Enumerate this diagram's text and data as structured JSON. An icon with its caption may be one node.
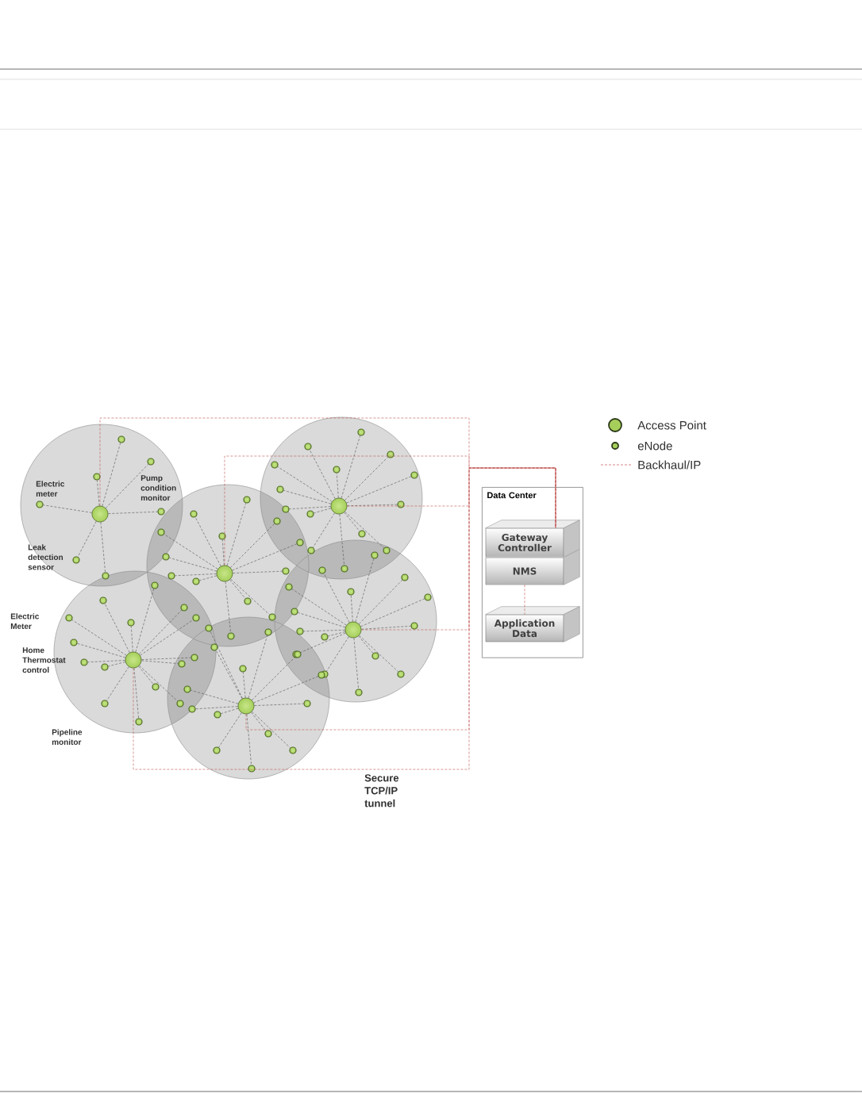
{
  "diagram": {
    "nodes": [
      {
        "text": [],
        "shape": "circle"
      },
      {
        "text": [],
        "shape": "circle"
      },
      {
        "text": [],
        "shape": "circle"
      },
      {
        "text": [],
        "shape": "circle"
      },
      {
        "text": [],
        "shape": "circle"
      },
      {
        "text": [],
        "shape": "circle"
      },
      {
        "text": [],
        "shape": "circle"
      },
      {
        "text": [],
        "shape": "circle"
      },
      {
        "text": [],
        "shape": "circle"
      },
      {
        "text": [],
        "shape": "circle"
      },
      {
        "text": [],
        "shape": "circle"
      },
      {
        "text": [],
        "shape": "circle"
      },
      {
        "text": [],
        "shape": "circle"
      },
      {
        "text": [],
        "shape": "circle"
      },
      {
        "text": [],
        "shape": "circle"
      },
      {
        "text": [],
        "shape": "circle"
      },
      {
        "text": [],
        "shape": "circle"
      },
      {
        "text": [],
        "shape": "circle"
      },
      {
        "text": [],
        "shape": "circle"
      },
      {
        "text": [],
        "shape": "circle"
      },
      {
        "text": [],
        "shape": "circle"
      },
      {
        "text": [],
        "shape": "circle"
      },
      {
        "text": [],
        "shape": "circle"
      },
      {
        "text": [],
        "shape": "circle"
      },
      {
        "text": [],
        "shape": "circle"
      },
      {
        "text": [],
        "shape": "circle"
      },
      {
        "text": [],
        "shape": "circle"
      },
      {
        "text": [],
        "shape": "circle"
      },
      {
        "text": [],
        "shape": "circle"
      },
      {
        "text": [],
        "shape": "circle"
      },
      {
        "text": [],
        "shape": "circle"
      },
      {
        "text": [],
        "shape": "circle"
      },
      {
        "text": [],
        "shape": "circle"
      },
      {
        "text": [],
        "shape": "circle"
      },
      {
        "text": [],
        "shape": "circle"
      },
      {
        "text": [],
        "shape": "circle"
      },
      {
        "text": [],
        "shape": "circle"
      },
      {
        "text": [],
        "shape": "circle"
      },
      {
        "text": [],
        "shape": "circle"
      },
      {
        "text": [],
        "shape": "circle"
      },
      {
        "text": [],
        "shape": "circle"
      },
      {
        "text": [],
        "shape": "circle"
      },
      {
        "text": [],
        "shape": "circle"
      },
      {
        "text": [],
        "shape": "circle"
      },
      {
        "text": [],
        "shape": "circle"
      },
      {
        "text": [],
        "shape": "circle"
      },
      {
        "text": [],
        "shape": "circle"
      },
      {
        "text": [],
        "shape": "circle"
      },
      {
        "text": [],
        "shape": "circle"
      },
      {
        "text": [],
        "shape": "circle"
      },
      {
        "text": [],
        "shape": "circle"
      },
      {
        "text": [],
        "shape": "circle"
      },
      {
        "text": [],
        "shape": "circle"
      },
      {
        "text": [],
        "shape": "circle"
      },
      {
        "text": [],
        "shape": "circle"
      },
      {
        "text": [],
        "shape": "circle"
      },
      {
        "text": [],
        "shape": "circle"
      },
      {
        "text": [],
        "shape": "circle"
      },
      {
        "text": [],
        "shape": "circle"
      },
      {
        "text": [],
        "shape": "circle"
      },
      {
        "text": [],
        "shape": "circle"
      },
      {
        "text": [],
        "shape": "circle"
      },
      {
        "text": [],
        "shape": "circle"
      },
      {
        "text": [],
        "shape": "circle"
      },
      {
        "text": [],
        "shape": "circle"
      },
      {
        "text": [],
        "shape": "circle"
      },
      {
        "text": [],
        "shape": "circle"
      },
      {
        "text": [],
        "shape": "circle"
      },
      {
        "text": [],
        "shape": "circle"
      },
      {
        "text": [],
        "shape": "circle"
      },
      {
        "text": [],
        "shape": "circle"
      },
      {
        "text": [],
        "shape": "circle"
      },
      {
        "text": [],
        "shape": "circle"
      },
      {
        "text": [],
        "shape": "circle"
      },
      {
        "text": [],
        "shape": "circle"
      },
      {
        "text": [],
        "shape": "circle"
      },
      {
        "text": [],
        "shape": "circle"
      },
      {
        "text": [],
        "shape": "circle"
      },
      {
        "text": [],
        "shape": "circle"
      },
      {
        "text": [],
        "shape": "circle"
      },
      {
        "text": [],
        "shape": "circle"
      },
      {
        "text": [],
        "shape": "circle"
      },
      {
        "text": [],
        "shape": "circle"
      },
      {
        "text": [],
        "shape": "circle"
      },
      {
        "text": [
          "Data Center"
        ]
      },
      {
        "text": [
          "Gateway Controller"
        ],
        "in": 84
      },
      {
        "text": [
          "NMS"
        ],
        "in": 84
      },
      {
        "text": [
          "Application Data"
        ],
        "in": 84
      }
    ],
    "edges": [
      {
        "from": 0,
        "to": 6,
        "arrow": "none",
        "style": "dashed"
      },
      {
        "from": 0,
        "to": 7,
        "arrow": "none",
        "style": "dashed"
      },
      {
        "from": 0,
        "to": 8,
        "arrow": "none",
        "style": "dashed"
      },
      {
        "from": 0,
        "to": 9,
        "arrow": "none",
        "style": "dashed"
      },
      {
        "from": 0,
        "to": 10,
        "arrow": "none",
        "style": "dashed"
      },
      {
        "from": 0,
        "to": 11,
        "arrow": "none",
        "style": "dashed"
      },
      {
        "from": 0,
        "to": 12,
        "arrow": "none",
        "style": "dashed"
      },
      {
        "from": 1,
        "to": 13,
        "arrow": "none",
        "style": "dashed"
      },
      {
        "from": 1,
        "to": 14,
        "arrow": "none",
        "style": "dashed"
      },
      {
        "from": 1,
        "to": 15,
        "arrow": "none",
        "style": "dashed"
      },
      {
        "from": 1,
        "to": 16,
        "arrow": "none",
        "style": "dashed"
      },
      {
        "from": 1,
        "to": 17,
        "arrow": "none",
        "style": "dashed"
      },
      {
        "from": 1,
        "to": 18,
        "arrow": "none",
        "style": "dashed"
      },
      {
        "from": 1,
        "to": 19,
        "arrow": "none",
        "style": "dashed"
      },
      {
        "from": 1,
        "to": 20,
        "arrow": "none",
        "style": "dashed"
      },
      {
        "from": 1,
        "to": 21,
        "arrow": "none",
        "style": "dashed"
      },
      {
        "from": 1,
        "to": 22,
        "arrow": "none",
        "style": "dashed"
      },
      {
        "from": 1,
        "to": 23,
        "arrow": "none",
        "style": "dashed"
      },
      {
        "from": 1,
        "to": 24,
        "arrow": "none",
        "style": "dashed"
      },
      {
        "from": 1,
        "to": 25,
        "arrow": "none",
        "style": "dashed"
      },
      {
        "from": 2,
        "to": 26,
        "arrow": "none",
        "style": "dashed"
      },
      {
        "from": 2,
        "to": 27,
        "arrow": "none",
        "style": "dashed"
      },
      {
        "from": 2,
        "to": 28,
        "arrow": "none",
        "style": "dashed"
      },
      {
        "from": 2,
        "to": 29,
        "arrow": "none",
        "style": "dashed"
      },
      {
        "from": 2,
        "to": 30,
        "arrow": "none",
        "style": "dashed"
      },
      {
        "from": 2,
        "to": 31,
        "arrow": "none",
        "style": "dashed"
      },
      {
        "from": 2,
        "to": 32,
        "arrow": "none",
        "style": "dashed"
      },
      {
        "from": 2,
        "to": 33,
        "arrow": "none",
        "style": "dashed"
      },
      {
        "from": 2,
        "to": 34,
        "arrow": "none",
        "style": "dashed"
      },
      {
        "from": 2,
        "to": 35,
        "arrow": "none",
        "style": "dashed"
      },
      {
        "from": 2,
        "to": 36,
        "arrow": "none",
        "style": "dashed"
      },
      {
        "from": 2,
        "to": 37,
        "arrow": "none",
        "style": "dashed"
      },
      {
        "from": 2,
        "to": 38,
        "arrow": "none",
        "style": "dashed"
      },
      {
        "from": 2,
        "to": 39,
        "arrow": "none",
        "style": "dashed"
      },
      {
        "from": 3,
        "to": 40,
        "arrow": "none",
        "style": "dashed"
      },
      {
        "from": 3,
        "to": 41,
        "arrow": "none",
        "style": "dashed"
      },
      {
        "from": 3,
        "to": 42,
        "arrow": "none",
        "style": "dashed"
      },
      {
        "from": 3,
        "to": 43,
        "arrow": "none",
        "style": "dashed"
      },
      {
        "from": 3,
        "to": 44,
        "arrow": "none",
        "style": "dashed"
      },
      {
        "from": 3,
        "to": 45,
        "arrow": "none",
        "style": "dashed"
      },
      {
        "from": 3,
        "to": 46,
        "arrow": "none",
        "style": "dashed"
      },
      {
        "from": 3,
        "to": 47,
        "arrow": "none",
        "style": "dashed"
      },
      {
        "from": 3,
        "to": 48,
        "arrow": "none",
        "style": "dashed"
      },
      {
        "from": 3,
        "to": 49,
        "arrow": "none",
        "style": "dashed"
      },
      {
        "from": 3,
        "to": 50,
        "arrow": "none",
        "style": "dashed"
      },
      {
        "from": 3,
        "to": 51,
        "arrow": "none",
        "style": "dashed"
      },
      {
        "from": 3,
        "to": 52,
        "arrow": "none",
        "style": "dashed"
      },
      {
        "from": 3,
        "to": 53,
        "arrow": "none",
        "style": "dashed"
      },
      {
        "from": 3,
        "to": 54,
        "arrow": "none",
        "style": "dashed"
      },
      {
        "from": 4,
        "to": 55,
        "arrow": "none",
        "style": "dashed"
      },
      {
        "from": 4,
        "to": 56,
        "arrow": "none",
        "style": "dashed"
      },
      {
        "from": 4,
        "to": 57,
        "arrow": "none",
        "style": "dashed"
      },
      {
        "from": 4,
        "to": 58,
        "arrow": "none",
        "style": "dashed"
      },
      {
        "from": 4,
        "to": 59,
        "arrow": "none",
        "style": "dashed"
      },
      {
        "from": 4,
        "to": 60,
        "arrow": "none",
        "style": "dashed"
      },
      {
        "from": 4,
        "to": 61,
        "arrow": "none",
        "style": "dashed"
      },
      {
        "from": 4,
        "to": 62,
        "arrow": "none",
        "style": "dashed"
      },
      {
        "from": 4,
        "to": 63,
        "arrow": "none",
        "style": "dashed"
      },
      {
        "from": 4,
        "to": 64,
        "arrow": "none",
        "style": "dashed"
      },
      {
        "from": 4,
        "to": 65,
        "arrow": "none",
        "style": "dashed"
      },
      {
        "from": 4,
        "to": 66,
        "arrow": "none",
        "style": "dashed"
      },
      {
        "from": 4,
        "to": 67,
        "arrow": "none",
        "style": "dashed"
      },
      {
        "from": 4,
        "to": 68,
        "arrow": "none",
        "style": "dashed"
      },
      {
        "from": 4,
        "to": 69,
        "arrow": "none",
        "style": "dashed"
      },
      {
        "from": 5,
        "to": 70,
        "arrow": "none",
        "style": "dashed"
      },
      {
        "from": 5,
        "to": 71,
        "arrow": "none",
        "style": "dashed"
      },
      {
        "from": 5,
        "to": 72,
        "arrow": "none",
        "style": "dashed"
      },
      {
        "from": 5,
        "to": 73,
        "arrow": "none",
        "style": "dashed"
      },
      {
        "from": 5,
        "to": 74,
        "arrow": "none",
        "style": "dashed"
      },
      {
        "from": 5,
        "to": 75,
        "arrow": "none",
        "style": "dashed"
      },
      {
        "from": 5,
        "to": 76,
        "arrow": "none",
        "style": "dashed"
      },
      {
        "from": 5,
        "to": 77,
        "arrow": "none",
        "style": "dashed"
      },
      {
        "from": 5,
        "to": 78,
        "arrow": "none",
        "style": "dashed"
      },
      {
        "from": 5,
        "to": 79,
        "arrow": "none",
        "style": "dashed"
      },
      {
        "from": 5,
        "to": 80,
        "arrow": "none",
        "style": "dashed"
      },
      {
        "from": 5,
        "to": 81,
        "arrow": "none",
        "style": "dashed"
      },
      {
        "from": 5,
        "to": 82,
        "arrow": "none",
        "style": "dashed"
      },
      {
        "from": 5,
        "to": 83,
        "arrow": "none",
        "style": "dashed"
      },
      {
        "from": 0,
        "to": 85,
        "arrow": "none",
        "style": "dashed",
        "color": "#c0504d"
      },
      {
        "from": 1,
        "to": 85,
        "arrow": "none",
        "style": "dashed",
        "color": "#c0504d"
      },
      {
        "from": 2,
        "to": 85,
        "arrow": "none",
        "style": "dashed",
        "color": "#c0504d"
      },
      {
        "from": 3,
        "to": 85,
        "arrow": "none",
        "style": "dashed",
        "color": "#c0504d"
      },
      {
        "from": 4,
        "to": 85,
        "arrow": "none",
        "style": "dashed",
        "color": "#c0504d"
      },
      {
        "from": 5,
        "to": 85,
        "arrow": "none",
        "style": "dashed",
        "color": "#c0504d"
      },
      {
        "from": 86,
        "to": 87,
        "arrow": "none",
        "style": "dashed",
        "color": "#c0504d"
      }
    ],
    "labels": [
      "Electric meter",
      "Pump condition monitor",
      "Leak detection sensor",
      "Electric Meter",
      "Home Thermostat control",
      "Pipeline monitor",
      "Secure TCP/IP tunnel"
    ],
    "legend": [
      {
        "text": "Access Point"
      },
      {
        "text": "eNode"
      },
      {
        "text": "Backhaul/IP"
      }
    ]
  }
}
